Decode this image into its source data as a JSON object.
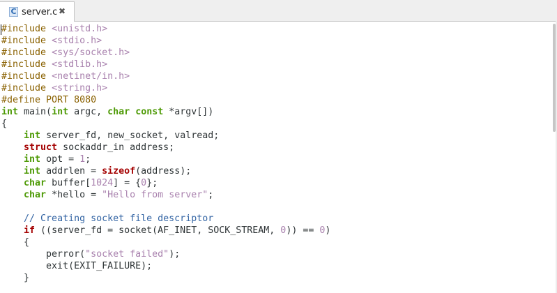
{
  "tab": {
    "icon": "c-file-icon",
    "icon_letter": "C",
    "label": "server.c",
    "close": "✖"
  },
  "colors": {
    "preprocessor": "#8a6100",
    "string": "#a880ad",
    "type": "#4e9a06",
    "keyword": "#a40000",
    "comment": "#3465a4"
  },
  "lines": [
    [
      [
        "pp",
        "#include "
      ],
      [
        "inc",
        "<unistd.h>"
      ]
    ],
    [
      [
        "pp",
        "#include "
      ],
      [
        "inc",
        "<stdio.h>"
      ]
    ],
    [
      [
        "pp",
        "#include "
      ],
      [
        "inc",
        "<sys/socket.h>"
      ]
    ],
    [
      [
        "pp",
        "#include "
      ],
      [
        "inc",
        "<stdlib.h>"
      ]
    ],
    [
      [
        "pp",
        "#include "
      ],
      [
        "inc",
        "<netinet/in.h>"
      ]
    ],
    [
      [
        "pp",
        "#include "
      ],
      [
        "inc",
        "<string.h>"
      ]
    ],
    [
      [
        "pp",
        "#define PORT 8080"
      ]
    ],
    [
      [
        "type",
        "int"
      ],
      [
        "",
        "  main("
      ],
      [
        "type",
        "int"
      ],
      [
        "",
        " argc, "
      ],
      [
        "type",
        "char"
      ],
      [
        "",
        " "
      ],
      [
        "type",
        "const"
      ],
      [
        "",
        " *argv[])"
      ]
    ],
    [
      [
        "",
        "{"
      ]
    ],
    [
      [
        "",
        "    "
      ],
      [
        "type",
        "int"
      ],
      [
        "",
        " server_fd, new_socket, valread;"
      ]
    ],
    [
      [
        "",
        "    "
      ],
      [
        "kw",
        "struct"
      ],
      [
        "",
        " sockaddr_in address;"
      ]
    ],
    [
      [
        "",
        "    "
      ],
      [
        "type",
        "int"
      ],
      [
        "",
        " opt = "
      ],
      [
        "num",
        "1"
      ],
      [
        "",
        ";"
      ]
    ],
    [
      [
        "",
        "    "
      ],
      [
        "type",
        "int"
      ],
      [
        "",
        " addrlen = "
      ],
      [
        "kw",
        "sizeof"
      ],
      [
        "",
        "(address);"
      ]
    ],
    [
      [
        "",
        "    "
      ],
      [
        "type",
        "char"
      ],
      [
        "",
        " buffer["
      ],
      [
        "num",
        "1024"
      ],
      [
        "",
        "] = {"
      ],
      [
        "num",
        "0"
      ],
      [
        "",
        "};"
      ]
    ],
    [
      [
        "",
        "    "
      ],
      [
        "type",
        "char"
      ],
      [
        "",
        " *hello = "
      ],
      [
        "str",
        "\"Hello from server\""
      ],
      [
        "",
        ";"
      ]
    ],
    [
      [
        "",
        ""
      ]
    ],
    [
      [
        "",
        "    "
      ],
      [
        "cm",
        "// Creating socket file descriptor"
      ]
    ],
    [
      [
        "",
        "    "
      ],
      [
        "kw",
        "if"
      ],
      [
        "",
        " ((server_fd = socket(AF_INET, SOCK_STREAM, "
      ],
      [
        "num",
        "0"
      ],
      [
        "",
        ")) == "
      ],
      [
        "num",
        "0"
      ],
      [
        "",
        ")"
      ]
    ],
    [
      [
        "",
        "    {"
      ]
    ],
    [
      [
        "",
        "        perror("
      ],
      [
        "str",
        "\"socket failed\""
      ],
      [
        "",
        ");"
      ]
    ],
    [
      [
        "",
        "        exit(EXIT_FAILURE);"
      ]
    ],
    [
      [
        "",
        "    }"
      ]
    ]
  ]
}
